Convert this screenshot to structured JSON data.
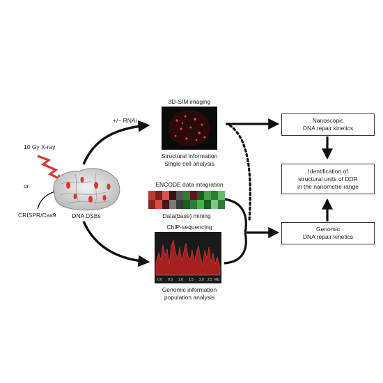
{
  "inputs": {
    "xray_label": "10 Gy X-ray",
    "or_label": "or",
    "crispr_label": "CRISPR/Cas9",
    "rnai_label": "+/− RNAi"
  },
  "nucleus": {
    "label": "DNA DSBs"
  },
  "panels": {
    "sim": {
      "title": "3D-SIM imaging",
      "caption_line1": "Structural information",
      "caption_line2": "Single cell analysis"
    },
    "encode": {
      "title": "ENCODE data integration",
      "caption": "Data(base) mining"
    },
    "chip": {
      "title": "ChIP-sequencing",
      "caption_line1": "Genomic information",
      "caption_line2": "population analysis",
      "axis_ticks": [
        "0.0",
        "0.5",
        "1.0",
        "1.5",
        "2.0",
        "2.5",
        "Mb"
      ]
    }
  },
  "boxes": {
    "nanoscopic": {
      "line1": "Nanoscopic",
      "line2": "DNA repair kinetics"
    },
    "identification": {
      "line1": "Identification of",
      "line2": "structural units of DDR",
      "line3": "in the nanometre range"
    },
    "genomic": {
      "line1": "Genomic",
      "line2": "DNA repair kinetics"
    }
  },
  "colors": {
    "arrow": "#111111",
    "damage_red": "#d8362f",
    "chip_fill": "#a61e1e",
    "sim_bg": "#0b0b0b",
    "sim_foci": "#ff3b3b"
  }
}
